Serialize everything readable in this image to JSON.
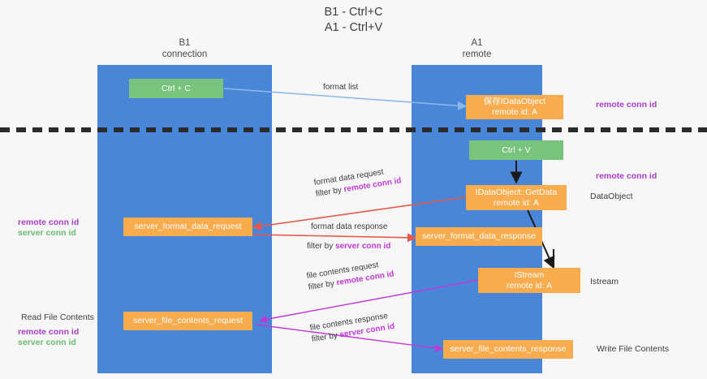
{
  "title": {
    "line1": "B1 - Ctrl+C",
    "line2": "A1 - Ctrl+V"
  },
  "lanes": [
    {
      "id": "b1",
      "name": "B1",
      "role": "connection",
      "color": "#4a86d8"
    },
    {
      "id": "a1",
      "name": "A1",
      "role": "remote",
      "color": "#4a86d8"
    }
  ],
  "nodes": {
    "ctrl_c": {
      "label": "Ctrl + C",
      "color": "#78c47c"
    },
    "ctrl_v": {
      "label": "Ctrl + V",
      "color": "#78c47c"
    },
    "save_dataobject_l1": "保存IDataObject",
    "save_dataobject_l2": "remote id: A",
    "getdata_l1": "IDataObject::GetData",
    "getdata_l2": "remote id: A",
    "istream_l1": "IStream",
    "istream_l2": "remote id: A",
    "server_format_data_request": "server_format_data_request",
    "server_format_data_response": "server_format_data_response",
    "server_file_contents_request": "server_file_contents_request",
    "server_file_contents_response": "server_file_contents_response"
  },
  "edges": {
    "format_list": "format list",
    "format_data_request": "format data request",
    "format_data_request_filter_prefix": "filter by ",
    "format_data_request_filter_value": "remote conn id",
    "format_data_response": "format data response",
    "format_data_response_filter_prefix": "filter by ",
    "format_data_response_filter_value": "server conn id",
    "file_contents_request": "file contents request",
    "file_contents_request_filter_prefix": "filter by ",
    "file_contents_request_filter_value": "remote conn id",
    "file_contents_response": "file contents response",
    "file_contents_response_filter_prefix": "filter by ",
    "file_contents_response_filter_value": "server conn id"
  },
  "annotations": {
    "right_remote_conn_id_top": "remote conn id",
    "right_remote_conn_id_mid": "remote conn id",
    "right_dataobject": "DataObject",
    "right_istream": "Istream",
    "right_write_file_contents": "Write File Contents",
    "left_remote_conn_id": "remote conn id",
    "left_server_conn_id": "server conn id",
    "left_read_file_contents": "Read File Contents",
    "left_remote_conn_id_2": "remote conn id",
    "left_server_conn_id_2": "server conn id"
  },
  "colors": {
    "lane": "#4a86d8",
    "node_green": "#78c47c",
    "node_orange": "#f9ac4e",
    "arrow_blue": "#8ab9e8",
    "arrow_red": "#e8574a",
    "arrow_magenta": "#c038d8",
    "arrow_black": "#1a1a1a",
    "label_purple": "#a93fc9",
    "label_green": "#6aba6e",
    "background": "#f7f7f7",
    "separator": "#2b2b2b"
  }
}
